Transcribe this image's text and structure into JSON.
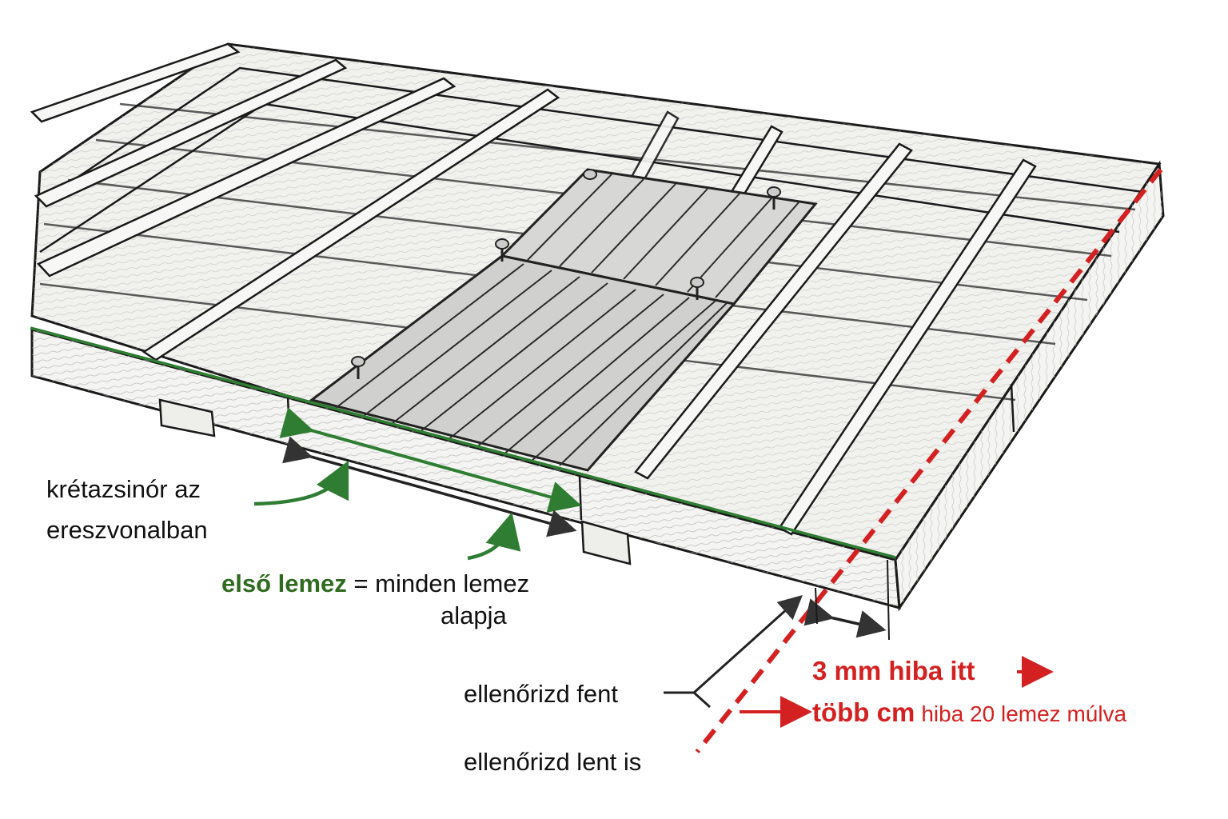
{
  "colors": {
    "ink": "#1a1a1a",
    "wood_fill": "#f3f3f1",
    "wood_grain": "#9a9a9a",
    "sheet_fill": "#dcdcdc",
    "sheet_line": "#2b2b2b",
    "chalk_line_green": "#2e7d32",
    "label_green": "#2e6b1f",
    "error_red": "#d32121",
    "arrow_dark": "#333333"
  },
  "icons": {
    "screw": "screw-icon",
    "arrow": "arrow-icon"
  },
  "labels": {
    "chalk_line_1": "krétazsinór az",
    "chalk_line_2": "ereszvonalban",
    "first_sheet_green": "első lemez",
    "first_sheet_rest_1": " = minden lemez",
    "first_sheet_rest_2": "alapja",
    "check_top": "ellenőrizd fent",
    "check_bottom": "ellenőrizd lent is",
    "error_here_bold": "3 mm hiba itt",
    "error_later_bold": "több cm",
    "error_later_rest": "hiba 20 lemez múlva"
  }
}
